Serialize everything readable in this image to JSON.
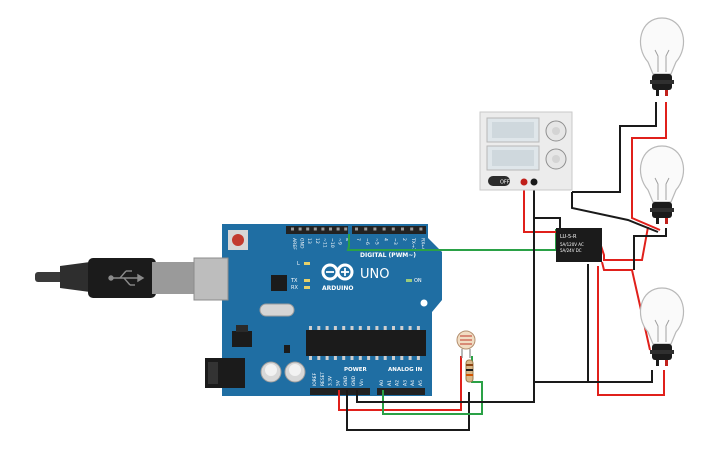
{
  "arduino": {
    "brand": "ARDUINO",
    "model": "UNO",
    "digital_label": "DIGITAL (PWM~)",
    "analog_label": "ANALOG IN",
    "power_label": "POWER",
    "tx_label": "TX",
    "rx_label": "RX",
    "l_label": "L",
    "on_label": "ON",
    "top_header_pins": [
      "AREF",
      "GND",
      "13",
      "12",
      "~11",
      "~10",
      "~9",
      "8",
      "7",
      "~6",
      "~5",
      "4",
      "~3",
      "2",
      "TX→1",
      "RX←0"
    ],
    "power_pins": [
      "IOREF",
      "RESET",
      "3.3V",
      "5V",
      "GND",
      "GND",
      "Vin"
    ],
    "analog_pins": [
      "A0",
      "A1",
      "A2",
      "A3",
      "A4",
      "A5"
    ]
  },
  "relay": {
    "model": "LU-5-R",
    "rating_line1": "5A/120V AC",
    "rating_line2": "5A/24V DC"
  },
  "power_supply": {
    "button_label": "OFF"
  },
  "colors": {
    "board": "#1f6ea3",
    "wire_red": "#e0201b",
    "wire_black": "#1a1a1a",
    "wire_green": "#2aa146"
  }
}
